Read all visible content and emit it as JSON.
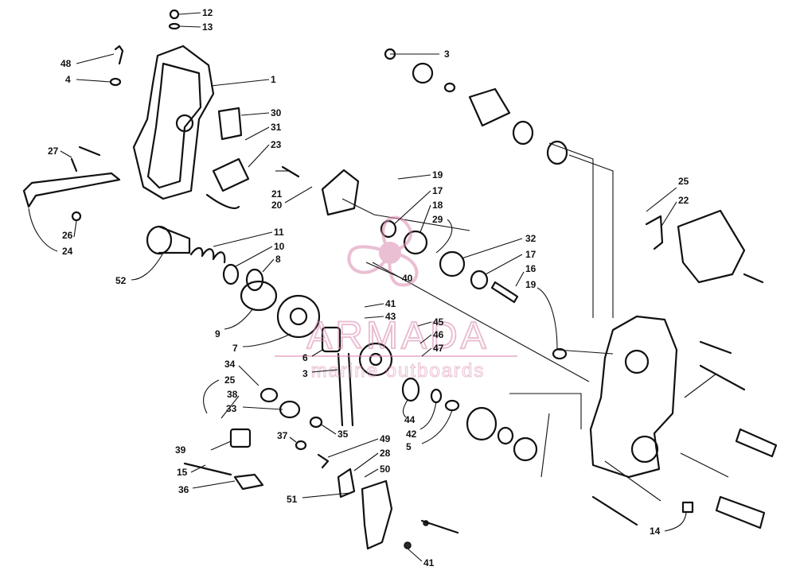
{
  "watermark": {
    "brand": "ARMADA",
    "tagline": "marine outboards",
    "color": "#d98ab0"
  },
  "callouts": [
    "1",
    "3",
    "4",
    "5",
    "6",
    "7",
    "8",
    "9",
    "10",
    "11",
    "12",
    "13",
    "14",
    "15",
    "16",
    "17",
    "18",
    "19",
    "20",
    "21",
    "22",
    "23",
    "24",
    "25",
    "26",
    "27",
    "28",
    "29",
    "30",
    "31",
    "32",
    "33",
    "34",
    "35",
    "36",
    "37",
    "38",
    "39",
    "40",
    "41",
    "42",
    "43",
    "44",
    "45",
    "46",
    "47",
    "48",
    "49",
    "50",
    "51",
    "52"
  ],
  "callouts_repeated": [
    "17",
    "19",
    "25",
    "38",
    "41"
  ]
}
